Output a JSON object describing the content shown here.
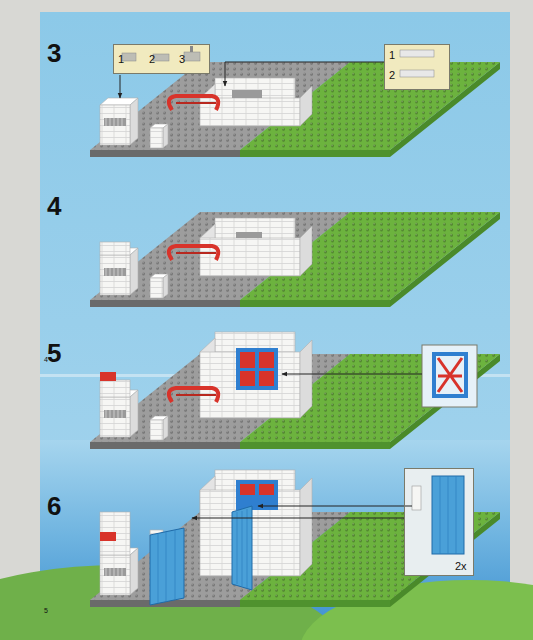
{
  "diagram": {
    "nodes": [
      {
        "text": [
          "1",
          "2",
          "3"
        ]
      },
      {
        "text": [
          "1",
          "2"
        ]
      },
      {
        "text": [
          "2x"
        ]
      }
    ],
    "labels": [
      "3",
      "4",
      "5",
      "6",
      "4",
      "5"
    ]
  }
}
